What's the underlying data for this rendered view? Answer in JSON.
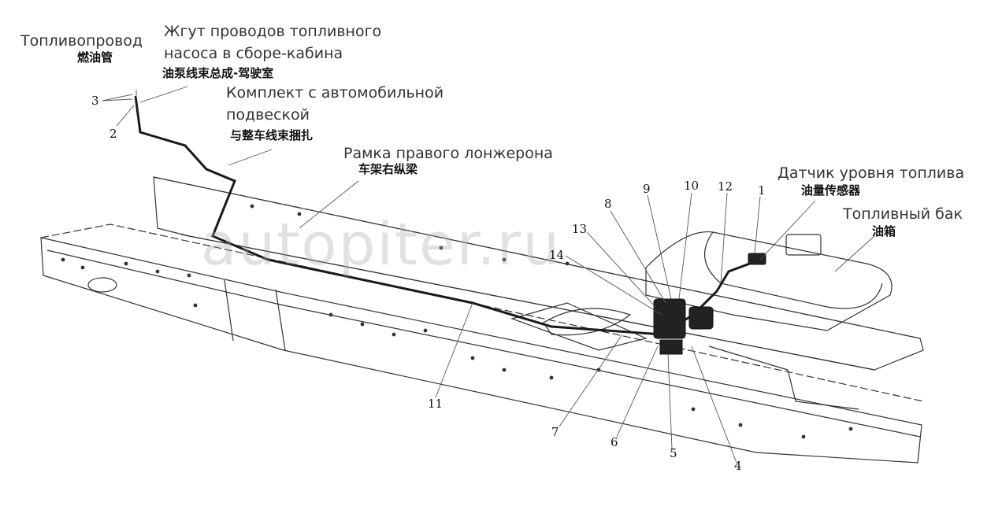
{
  "labels": {
    "fuel_line_ru": "Топливопровод",
    "fuel_line_cn": "燃油管",
    "harness_ru_1": "Жгут проводов топливного",
    "harness_ru_2": "насоса в сборе-кабина",
    "harness_cn": "油泵线束总成-驾驶室",
    "kit_ru_1": "Комплект с автомобильной",
    "kit_ru_2": "подвеской",
    "kit_cn": "与整车线束捆扎",
    "frame_ru": "Рамка правого лонжерона",
    "frame_cn": "车架右纵梁",
    "sensor_ru": "Датчик уровня топлива",
    "sensor_cn": "油量传感器",
    "tank_ru": "Топливный бак",
    "tank_cn": "油箱"
  },
  "callouts": [
    "1",
    "2",
    "3",
    "4",
    "5",
    "6",
    "7",
    "8",
    "9",
    "10",
    "11",
    "12",
    "13",
    "14"
  ],
  "watermark": "autopiter.ru",
  "colors": {
    "line": "#1a1a1a",
    "text": "#333333",
    "watermark": "#aaaaaa"
  }
}
